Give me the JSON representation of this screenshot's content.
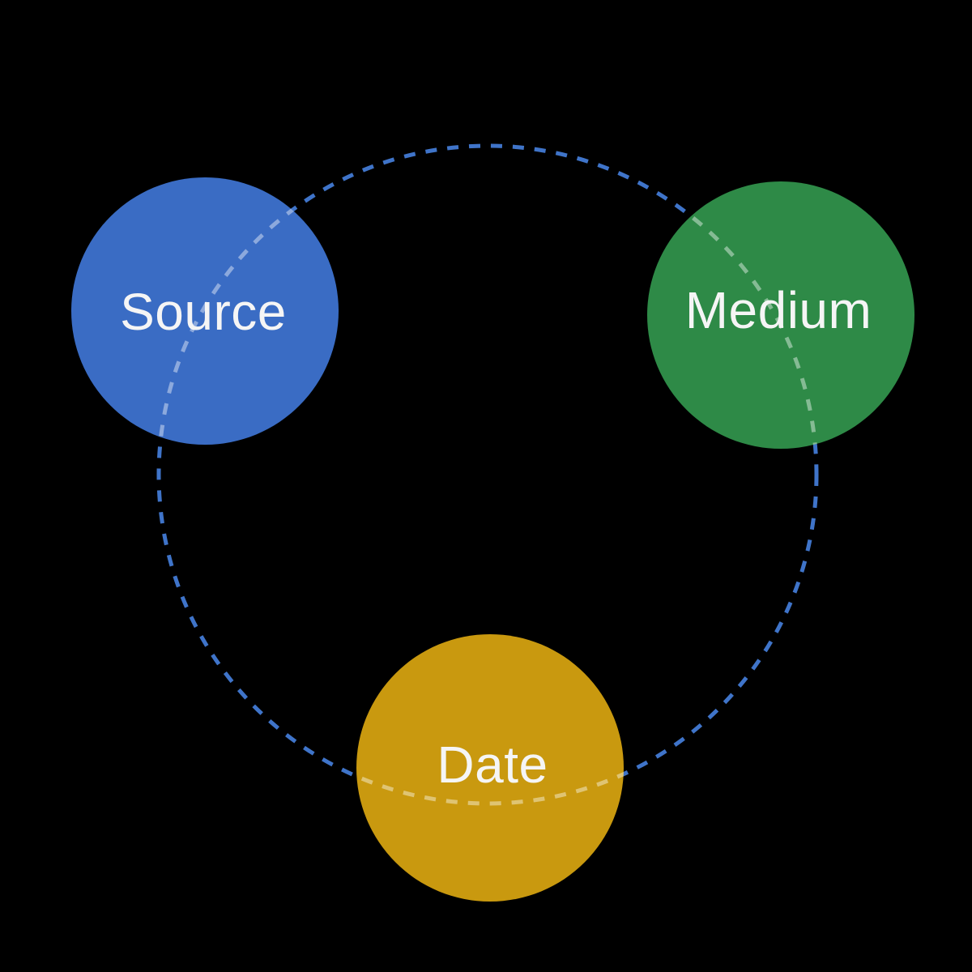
{
  "diagram": {
    "background_color": "#000000",
    "label_color": "#f5f5f5",
    "ring": {
      "style": "dashed",
      "color": "#3f74c9"
    },
    "nodes": [
      {
        "label": "Source",
        "color": "#3a6cc4"
      },
      {
        "label": "Medium",
        "color": "#2e8a47"
      },
      {
        "label": "Date",
        "color": "#c9990f"
      }
    ]
  }
}
